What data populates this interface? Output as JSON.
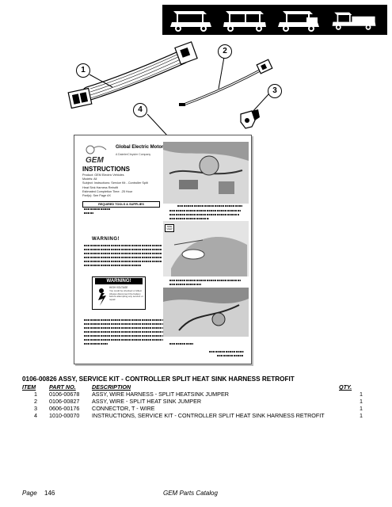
{
  "header": {
    "vehicles": [
      "gem-e2-icon",
      "gem-e4-icon",
      "gem-es-icon",
      "gem-el-icon"
    ]
  },
  "callouts": [
    "1",
    "2",
    "3",
    "4"
  ],
  "instruction_sheet": {
    "company": "Global Electric Motorcars, LLC",
    "tagline": "A DaimlerChrysler Company",
    "title": "INSTRUCTIONS",
    "info_lines": [
      "Product: GEM Electric Vehicles",
      "Models: All",
      "Subject: Instructions: Service Kit - Controller Split",
      "Heat Sink Harness Retrofit",
      "Estimated Completion Time: .25 Hour",
      "Part(s): See Page #X"
    ],
    "tools_header": "REQUIRED TOOLS & SUPPLIES",
    "warning_title": "WARNING!",
    "warning_box_title": "WARNING!",
    "warning_caution": "HIGH VOLTAGE",
    "warning_body": "You could be shocked or killed. Always disconnect the battery before attempting any service or repair.",
    "notice_label": "SIDE VIEW"
  },
  "kit": {
    "title": "0106-00826 ASSY, SERVICE KIT - CONTROLLER SPLIT HEAT SINK HARNESS RETROFIT"
  },
  "parts_table": {
    "headers": {
      "item": "ITEM",
      "part_no": "PART NO.",
      "description": "DESCRIPTION",
      "qty": "QTY."
    },
    "rows": [
      {
        "item": "1",
        "part_no": "0106-00678",
        "description": "ASSY, WIRE HARNESS - SPLIT HEATSINK JUMPER",
        "qty": "1"
      },
      {
        "item": "2",
        "part_no": "0106-00827",
        "description": "ASSY, WIRE - SPLIT HEAT SINK JUMPER",
        "qty": "1"
      },
      {
        "item": "3",
        "part_no": "0606-00176",
        "description": "CONNECTOR, T - WIRE",
        "qty": "1"
      },
      {
        "item": "4",
        "part_no": "1010-00070",
        "description": "INSTRUCTIONS, SERVICE KIT - CONTROLLER SPLIT HEAT SINK HARNESS RETROFIT",
        "qty": "1"
      }
    ]
  },
  "footer": {
    "page_label": "Page",
    "page_number": "146",
    "catalog_name": "GEM Parts Catalog"
  }
}
